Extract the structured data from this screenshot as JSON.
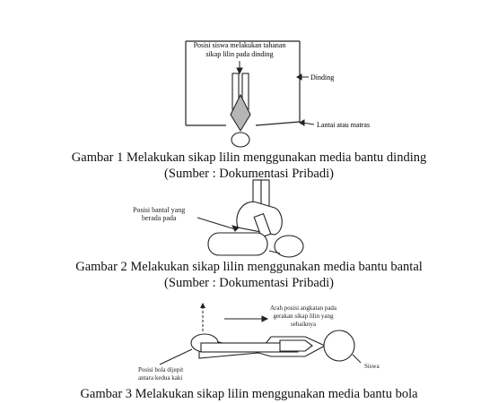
{
  "figures": [
    {
      "caption": "Gambar 1 Melakukan sikap lilin menggunakan media bantu dinding",
      "source": "(Sumber : Dokumentasi Pribadi)",
      "labels": {
        "position_line1": "Posisi siswa melakukan tahanan",
        "position_line2": "sikap lilin pada dinding",
        "wall": "Dinding",
        "floor": "Lantai atau matras"
      }
    },
    {
      "caption": "Gambar 2 Melakukan sikap lilin menggunakan media bantu bantal",
      "source": "(Sumber : Dokumentasi Pribadi)",
      "labels": {
        "pillow_line1": "Posisi bantal yang",
        "pillow_line2": "berada pada"
      }
    },
    {
      "caption": "Gambar 3 Melakukan sikap lilin menggunakan media bantu bola",
      "labels": {
        "direction_line1": "Arah posisi angkatan pada",
        "direction_line2": "gerakan sikap lilin yang",
        "direction_line3": "sebaiknya",
        "ball_line1": "Posisi bola dijepit",
        "ball_line2": "antara kedua kaki",
        "student": "Siswa"
      }
    }
  ]
}
